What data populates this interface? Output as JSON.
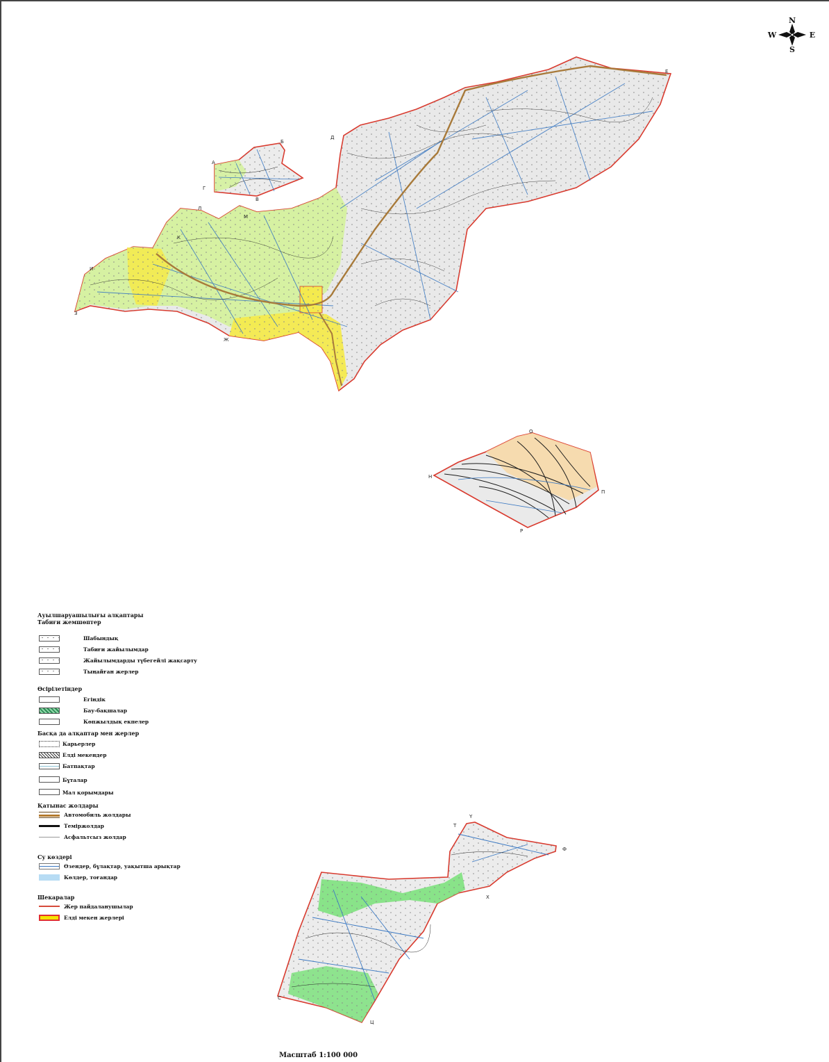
{
  "compass": {
    "n": "N",
    "s": "S",
    "e": "E",
    "w": "W"
  },
  "points": {
    "a": "А",
    "b": "Б",
    "v": "В",
    "g": "Г",
    "d": "Д",
    "e": "Е",
    "zh": "Ж",
    "z": "З",
    "i": "И",
    "k": "К",
    "l": "Л",
    "m": "М",
    "n": "Н",
    "o": "О",
    "p": "П",
    "r": "Р",
    "s": "С",
    "t": "Т",
    "u": "Ү",
    "f": "Ф",
    "h": "Х",
    "ts": "Ц"
  },
  "legend": {
    "title": "Ауылшаруашылығы алқаптары",
    "sections": [
      {
        "heading": "Табиғи жемшөптер",
        "items": [
          {
            "label": "Шабындық",
            "swatch": "dots"
          },
          {
            "label": "Табиғи жайылымдар",
            "swatch": "dots"
          },
          {
            "label": "Жайылымдарды түбегейлі жақсарту",
            "swatch": "dots"
          },
          {
            "label": "Тыңайған жерлер",
            "swatch": "dots"
          }
        ]
      },
      {
        "heading": "Өсірілетіндер",
        "items": [
          {
            "label": "Егіндік",
            "swatch": "plain"
          },
          {
            "label": "Бау-бақшалар",
            "swatch": "green"
          },
          {
            "label": "Көпжылдық екпелер",
            "swatch": "plain"
          }
        ]
      },
      {
        "heading": "Басқа да алқаптар мен жерлер",
        "items": [
          {
            "label": "Карьерлер",
            "swatch": "dotted-border"
          },
          {
            "label": "Елді мекендер",
            "swatch": "hatch"
          },
          {
            "label": "Батпақтар",
            "swatch": "swamp"
          },
          {
            "label": "Бұталар",
            "swatch": "plain"
          },
          {
            "label": "Мал қорымдары",
            "swatch": "plain"
          }
        ]
      },
      {
        "heading": "Қатынас жолдары",
        "items": [
          {
            "label": "Автомобиль жолдары",
            "swatch": "road"
          },
          {
            "label": "Теміржолдар",
            "swatch": "rail"
          },
          {
            "label": "Асфальтсыз жолдар",
            "swatch": "dirt"
          }
        ]
      },
      {
        "heading": "Су көздері",
        "items": [
          {
            "label": "Өзендер, бұлақтар, уақытша арықтар",
            "swatch": "river"
          },
          {
            "label": "Көлдер, тоғандар",
            "swatch": "lake"
          }
        ]
      },
      {
        "heading": "Шекаралар",
        "items": [
          {
            "label": "Жер пайдаланушылар",
            "swatch": "boundary"
          },
          {
            "label": "Елді мекен жерлері",
            "swatch": "settlement"
          }
        ]
      }
    ]
  },
  "scale": "Масштаб 1:100 000",
  "colors": {
    "boundary": "#d93a2e",
    "pasture": "#e8e8e8",
    "light_green": "#d4f29a",
    "settlement": "#f4ea4e",
    "bright_green": "#7ee27e",
    "tan": "#f7d9a8",
    "water": "#3a78c2",
    "road": "#a87a3a"
  }
}
